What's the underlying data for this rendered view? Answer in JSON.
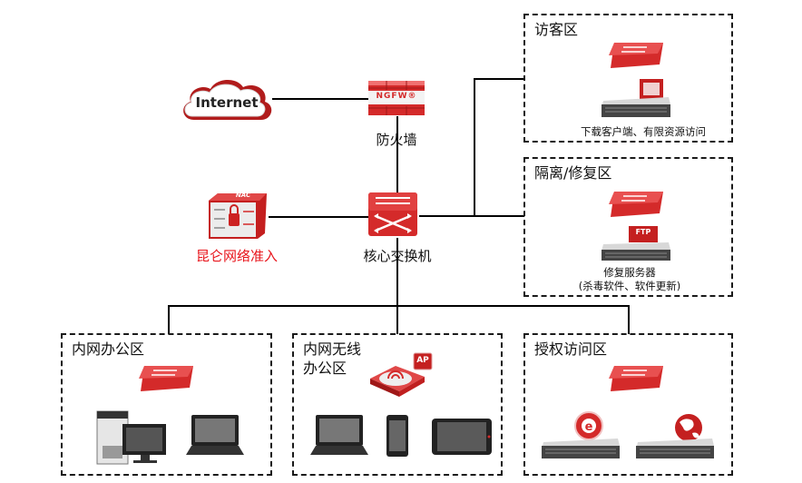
{
  "diagram": {
    "internet": {
      "label": "Internet"
    },
    "firewall": {
      "badge": "NGFW®",
      "label": "防火墙"
    },
    "nac": {
      "badge": "NAC",
      "label": "昆仑网络准入",
      "label_color": "#e8141b"
    },
    "core_switch": {
      "label": "核心交换机"
    },
    "zones": {
      "visitor": {
        "title": "访客区",
        "caption": "下载客户端、有限资源访问"
      },
      "quarantine": {
        "title": "隔离/修复区",
        "server_badge": "FTP",
        "caption_line1": "修复服务器",
        "caption_line2": "(杀毒软件、软件更新)"
      },
      "intranet_office": {
        "title": "内网办公区"
      },
      "wireless_office": {
        "title_line1": "内网无线",
        "title_line2": "办公区",
        "ap_badge": "AP"
      },
      "authorized": {
        "title": "授权访问区"
      }
    },
    "colors": {
      "device_red": "#d42a2a",
      "device_dark_red": "#9e1414",
      "line": "#000000"
    }
  }
}
